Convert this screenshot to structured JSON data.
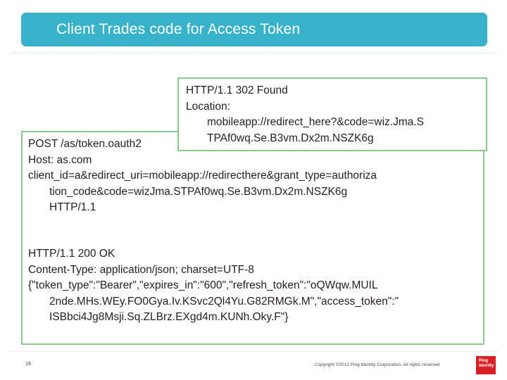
{
  "slide": {
    "title": "Client Trades code for Access Token",
    "title_bar_color": "#38b2c8",
    "title_text_color": "#ffffff"
  },
  "request": {
    "border_color": "#8cc98c",
    "lines": [
      {
        "text": "POST /as/token.oauth2",
        "indent": false
      },
      {
        "text": "Host: as.com",
        "indent": false
      },
      {
        "text": "client_id=a&redirect_uri=mobileapp://redirecthere&grant_type=authoriza",
        "indent": false
      },
      {
        "text": "tion_code&code=wizJma.STPAf0wq.Se.B3vm.Dx2m.NSZK6g",
        "indent": true
      },
      {
        "text": "HTTP/1.1",
        "indent": true
      }
    ]
  },
  "response": {
    "lines": [
      {
        "text": "HTTP/1.1 200 OK",
        "indent": false
      },
      {
        "text": "Content-Type: application/json; charset=UTF-8",
        "indent": false
      },
      {
        "text": "{\"token_type\":\"Bearer\",\"expires_in\":\"600\",\"refresh_token\":\"oQWqw.MUIL",
        "indent": false
      },
      {
        "text": "2nde.MHs.WEy.FO0Gya.Iv.KSvc2Ql4Yu.G82RMGk.M\",\"access_token\":\"",
        "indent": true
      },
      {
        "text": "ISBbci4Jg8Msji.Sq.ZLBrz.EXgd4m.KUNh.Oky.F\"}",
        "indent": true
      }
    ]
  },
  "redirect_callout": {
    "border_color": "#8cc98c",
    "lines": [
      {
        "text": "HTTP/1.1 302 Found",
        "indent": false
      },
      {
        "text": "Location:",
        "indent": false
      },
      {
        "text": "mobileapp://redirect_here?&code=wiz.Jma.S",
        "indent": true
      },
      {
        "text": "TPAf0wq.Se.B3vm.Dx2m.NSZK6g",
        "indent": true
      }
    ]
  },
  "footer": {
    "slide_number": "19",
    "copyright": "Copyright ©2012 Ping Identity Corporation. All rights reserved",
    "logo": {
      "line1": "Ping",
      "line2": "Identity",
      "color": "#d81f26"
    }
  }
}
